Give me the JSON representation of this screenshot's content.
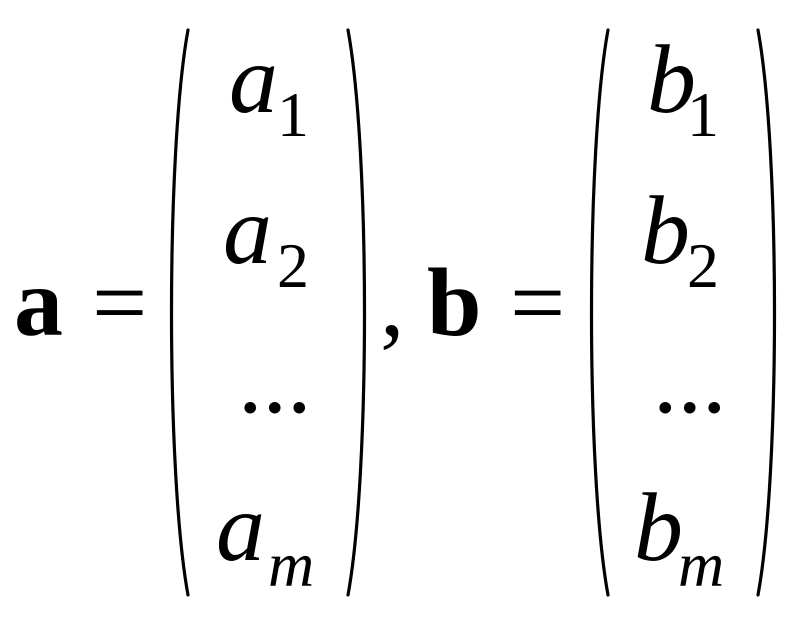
{
  "formula": {
    "vector_a": {
      "name": "a",
      "equals": "=",
      "entries": [
        {
          "base": "a",
          "sub": "1"
        },
        {
          "base": "a",
          "sub": "2"
        },
        {
          "base": "...",
          "sub": ""
        },
        {
          "base": "a",
          "sub": "m"
        }
      ]
    },
    "separator": ",",
    "vector_b": {
      "name": "b",
      "equals": "=",
      "entries": [
        {
          "base": "b",
          "sub": "1"
        },
        {
          "base": "b",
          "sub": "2"
        },
        {
          "base": "...",
          "sub": ""
        },
        {
          "base": "b",
          "sub": "m"
        }
      ]
    }
  }
}
